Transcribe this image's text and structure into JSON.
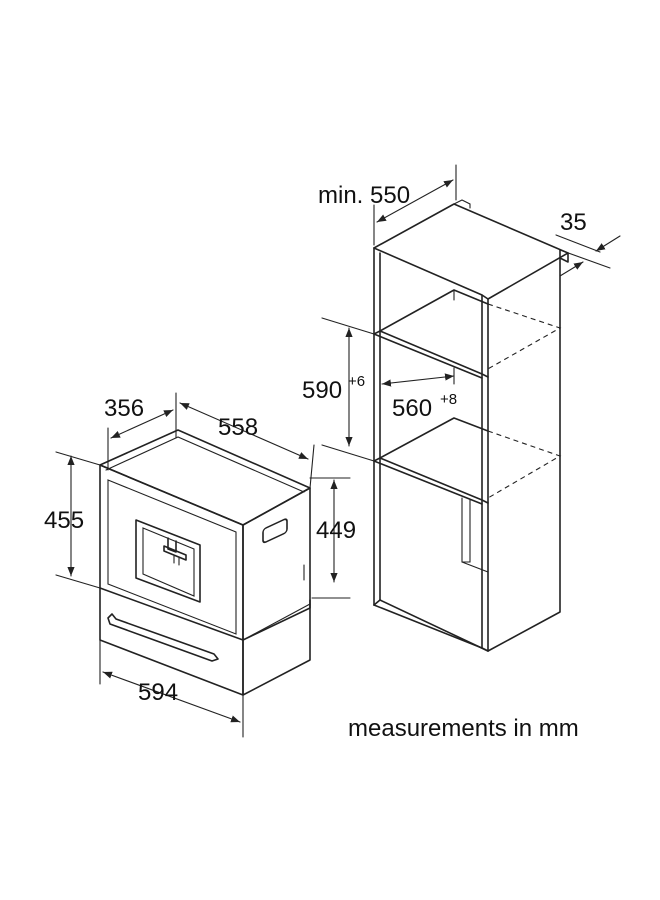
{
  "appliance": {
    "depth": "356",
    "width_top": "558",
    "height_front": "455",
    "height_side": "449",
    "width_front": "594"
  },
  "cabinet": {
    "min_depth": "min. 550",
    "gap": "35",
    "niche_height": "590",
    "niche_height_tol": "+6",
    "niche_width": "560",
    "niche_width_tol": "+8"
  },
  "note": "measurements in mm"
}
